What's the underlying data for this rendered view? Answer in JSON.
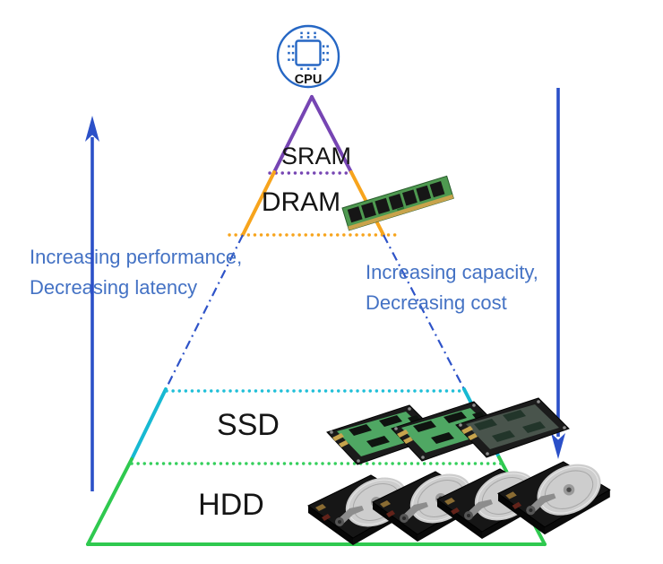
{
  "cpu": {
    "label": "CPU",
    "icon": "cpu-chip-icon",
    "color": "#2667C4"
  },
  "levels": [
    {
      "name": "SRAM",
      "color": "#7645B3"
    },
    {
      "name": "DRAM",
      "color": "#F7A41C"
    },
    {
      "name": "SSD",
      "color": "#17B9D2"
    },
    {
      "name": "HDD",
      "color": "#2FC94F"
    }
  ],
  "annotations": {
    "left": {
      "line1": "Increasing performance,",
      "line2": "Decreasing latency"
    },
    "right": {
      "line1": "Increasing capacity,",
      "line2": "Decreasing cost"
    }
  },
  "colors": {
    "arrow": "#2B50C8",
    "annotation_text": "#4472C4",
    "gap_dashdot": "#2E53C8",
    "label_text": "#151515",
    "dram_dotted": "#F7A41C",
    "sram_dotted": "#7645B3",
    "ssd_dotted": "#1FBFD8",
    "hdd_dotted": "#35CF5C"
  },
  "icons": {
    "cpu": "cpu-chip-icon",
    "dram_photo": "ram-module-image",
    "ssd_photo": "ssd-drive-image",
    "hdd_photo": "hdd-drive-image",
    "up_arrow": "performance-up-arrow",
    "down_arrow": "capacity-down-arrow"
  }
}
